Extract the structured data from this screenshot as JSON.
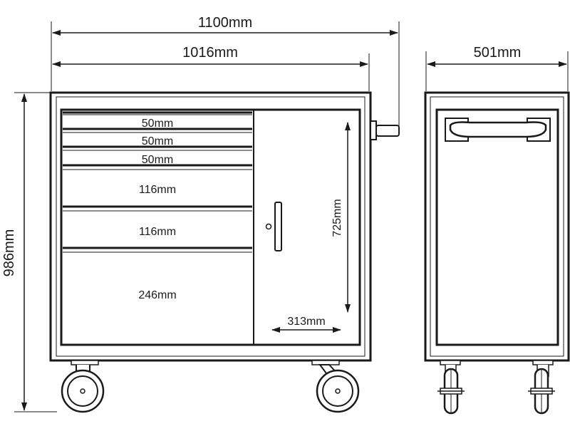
{
  "dimensions": {
    "overall_width": "1100mm",
    "body_width": "1016mm",
    "depth": "501mm",
    "height": "986mm",
    "door_height": "725mm",
    "door_width": "313mm"
  },
  "drawers": [
    {
      "label": "50mm"
    },
    {
      "label": "50mm"
    },
    {
      "label": "50mm"
    },
    {
      "label": "116mm"
    },
    {
      "label": "116mm"
    },
    {
      "label": "246mm"
    }
  ],
  "colors": {
    "line": "#1a1a1a",
    "background": "#ffffff"
  }
}
